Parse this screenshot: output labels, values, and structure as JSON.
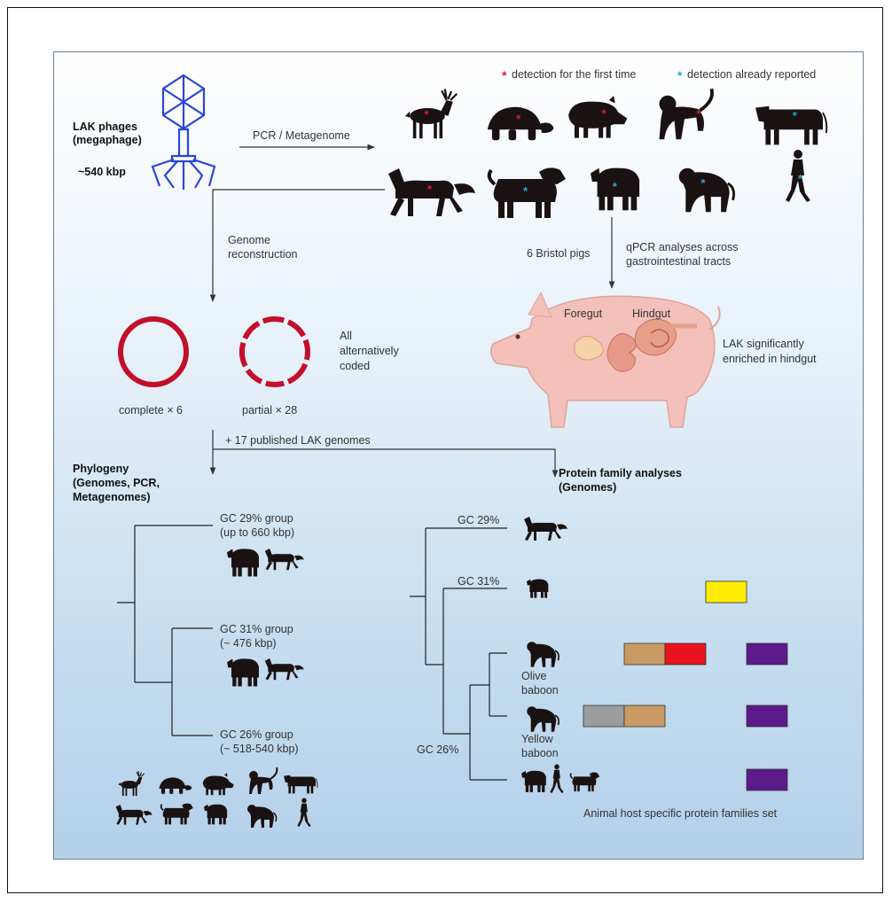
{
  "legend": {
    "first_label": "detection for the first time",
    "reported_label": "detection already reported",
    "first_color": "#d8203a",
    "reported_color": "#2aa6d9"
  },
  "phage": {
    "title_line1": "LAK phages",
    "title_line2": "(megaphage)",
    "size": "~540 kbp",
    "color": "#2a46d6"
  },
  "arrows": {
    "pcr": "PCR / Metagenome",
    "genome_line1": "Genome",
    "genome_line2": "reconstruction",
    "pigs": "6 Bristol pigs",
    "qpcr_line1": "qPCR analyses across",
    "qpcr_line2": "gastrointestinal tracts",
    "published": "+ 17 published LAK genomes"
  },
  "hosts": [
    {
      "name": "deer",
      "status": "first"
    },
    {
      "name": "tortoise",
      "status": "first"
    },
    {
      "name": "boar",
      "status": "first"
    },
    {
      "name": "monkey",
      "status": "first"
    },
    {
      "name": "cow",
      "status": "reported"
    },
    {
      "name": "horse",
      "status": "first"
    },
    {
      "name": "dog",
      "status": "reported"
    },
    {
      "name": "pig",
      "status": "reported"
    },
    {
      "name": "baboon",
      "status": "reported"
    },
    {
      "name": "human",
      "status": "reported"
    }
  ],
  "genomes": {
    "complete": "complete × 6",
    "partial": "partial × 28",
    "note_line1": "All",
    "note_line2": "alternatively",
    "note_line3": "coded",
    "ring_color": "#c3102a"
  },
  "pig_panel": {
    "foregut": "Foregut",
    "hindgut": "Hindgut",
    "result_line1": "LAK significantly",
    "result_line2": "enriched in hindgut"
  },
  "phylogeny": {
    "title_line1": "Phylogeny",
    "title_line2": "(Genomes, PCR,",
    "title_line3": "Metagenomes)",
    "group29_line1": "GC 29% group",
    "group29_line2": "(up to 660 kbp)",
    "group31_line1": "GC 31% group",
    "group31_line2": "(~ 476 kbp)",
    "group26_line1": "GC 26% group",
    "group26_line2": "(~ 518-540 kbp)"
  },
  "protein": {
    "title_line1": "Protein family analyses",
    "title_line2": "(Genomes)",
    "gc29": "GC 29%",
    "gc31": "GC 31%",
    "gc26": "GC 26%",
    "olive_line1": "Olive",
    "olive_line2": "baboon",
    "yellow_line1": "Yellow",
    "yellow_line2": "baboon",
    "footer": "Animal host specific protein families set",
    "colors": {
      "yellow": "#ffee00",
      "tan": "#c99a63",
      "red": "#e8141e",
      "purple": "#5c1a8a",
      "gray": "#9c9c9c"
    }
  }
}
